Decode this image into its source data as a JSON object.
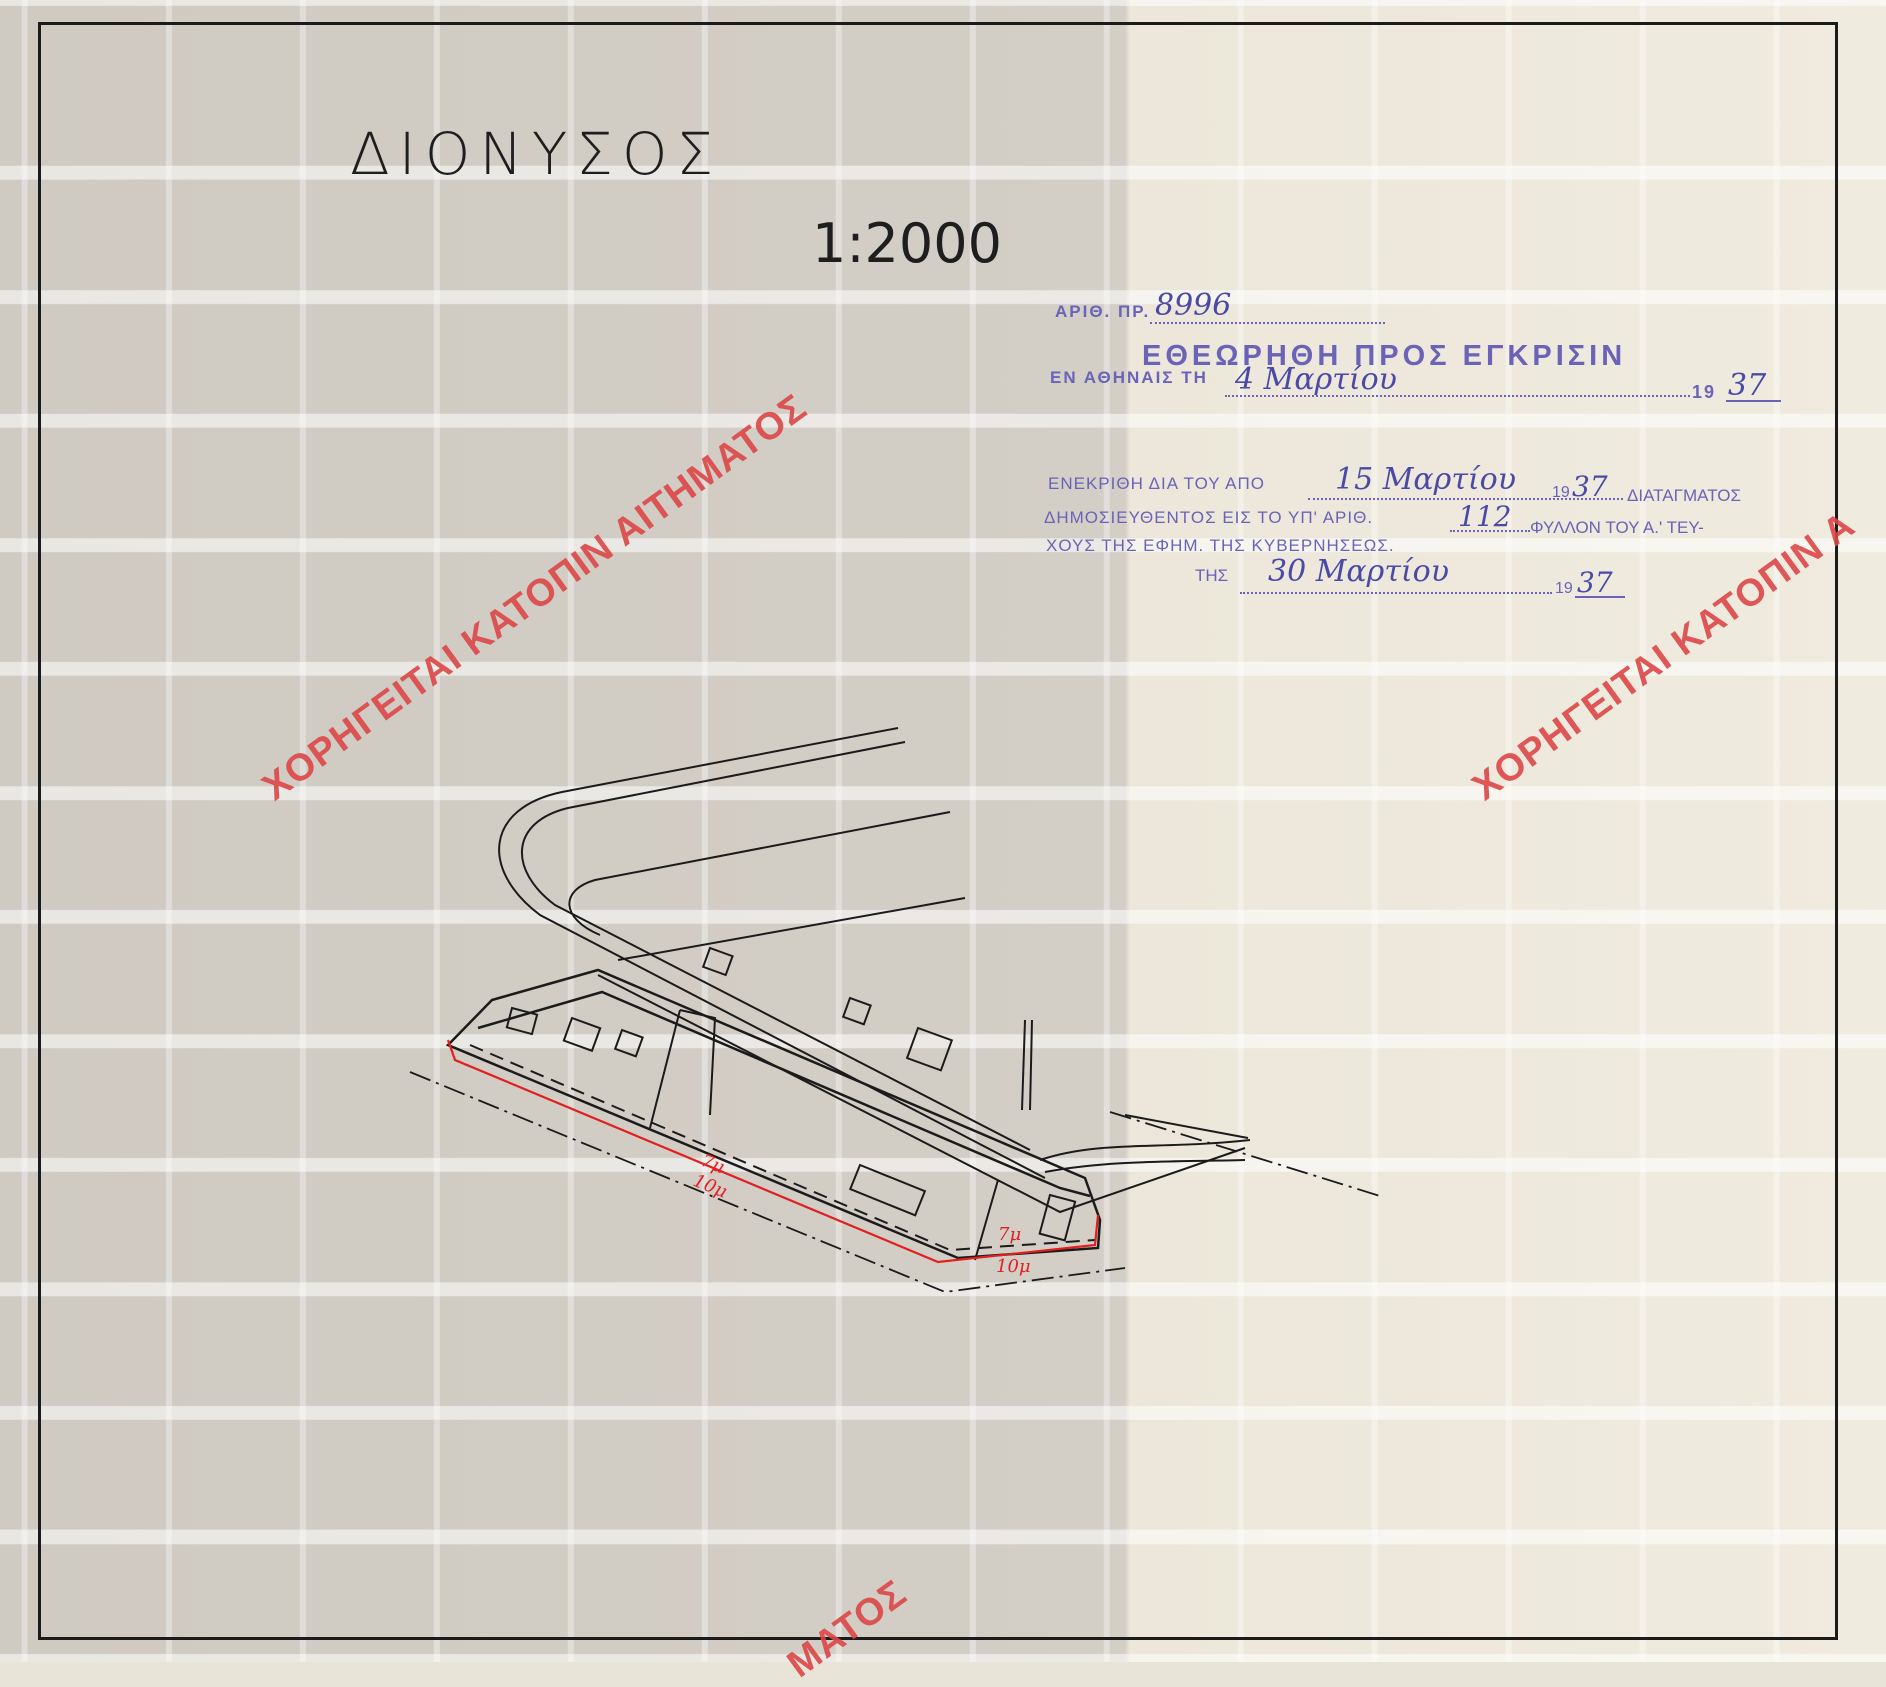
{
  "map": {
    "place_name": "ΔΙΟΝΥΣΟΣ",
    "scale": "1:2000"
  },
  "stamp1": {
    "protocol_label": "ΑΡΙΘ. ΠΡ.",
    "protocol_number": "8996",
    "heading": "ΕΘΕΩΡΗΘΗ ΠΡΟΣ ΕΓΚΡΙΣΙΝ",
    "place_date_label": "ΕΝ ΑΘΗΝΑΙΣ ΤΗ",
    "date_handwritten": "4 Μαρτίου",
    "year_prefix": "19",
    "year_handwritten": "37"
  },
  "stamp2": {
    "line1_prefix": "ΕΝΕΚΡΙΘΗ ΔΙΑ ΤΟΥ ΑΠΟ",
    "line1_date": "15 Μαρτίου",
    "line1_year_prefix": "19",
    "line1_year": "37",
    "line1_suffix": "ΔΙΑΤΑΓΜΑΤΟΣ",
    "line2_prefix": "ΔΗΜΟΣΙΕΥΘΕΝΤΟΣ ΕΙΣ ΤΟ ΥΠ' ΑΡΙΘ.",
    "line2_number": "112",
    "line2_suffix": "ΦΥΛΛΟΝ ΤΟΥ Α.' ΤΕΥ-",
    "line3": "ΧΟΥΣ ΤΗΣ ΕΦΗΜ. ΤΗΣ ΚΥΒΕΡΝΗΣΕΩΣ.",
    "line4_prefix": "ΤΗΣ",
    "line4_date": "30 Μαρτίου",
    "line4_year_prefix": "19",
    "line4_year": "37"
  },
  "plan_labels": {
    "depth_inner": "7μ",
    "depth_outer": "10μ",
    "end_inner": "7μ",
    "end_outer": "10μ"
  },
  "watermark": {
    "text_full": "ΧΟΡΗΓΕΙΤΑΙ ΚΑΤΟΠΙΝ ΑΙΤΗΜΑΤΟΣ",
    "text_right": "ΧΟΡΗΓΕΙΤΑΙ ΚΑΤΟΠΙΝ Α",
    "text_bottom": "ΜΑΤΟΣ"
  },
  "colors": {
    "ink": "#1b1b1b",
    "stamp": "#6a63b8",
    "watermark": "#dc4646",
    "red_line": "#e21f1f"
  }
}
